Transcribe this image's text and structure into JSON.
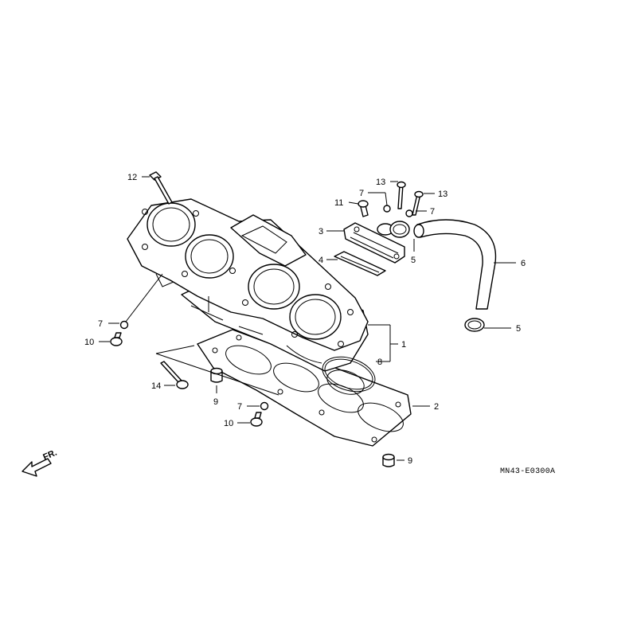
{
  "diagram_code": "MN43-E0300A",
  "front_marker": {
    "text": "FR.",
    "icon": "front-arrow-icon"
  },
  "callouts": {
    "c1": "1",
    "c2": "2",
    "c3": "3",
    "c4": "4",
    "c5a": "5",
    "c5b": "5",
    "c6": "6",
    "c7a": "7",
    "c7b": "7",
    "c7c": "7",
    "c7d": "7",
    "c8": "8",
    "c9a": "9",
    "c9b": "9",
    "c10a": "10",
    "c10b": "10",
    "c11": "11",
    "c12": "12",
    "c13a": "13",
    "c13b": "13",
    "c14": "14"
  }
}
